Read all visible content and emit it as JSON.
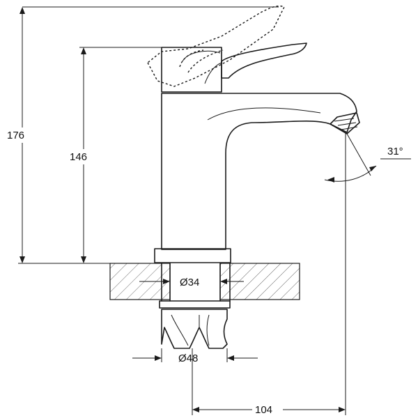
{
  "drawing": {
    "dimensions": {
      "total_height": "176",
      "body_height": "146",
      "spout_angle": "31°",
      "inner_diameter": "Ø34",
      "nut_diameter": "Ø48",
      "spout_reach": "104"
    }
  }
}
